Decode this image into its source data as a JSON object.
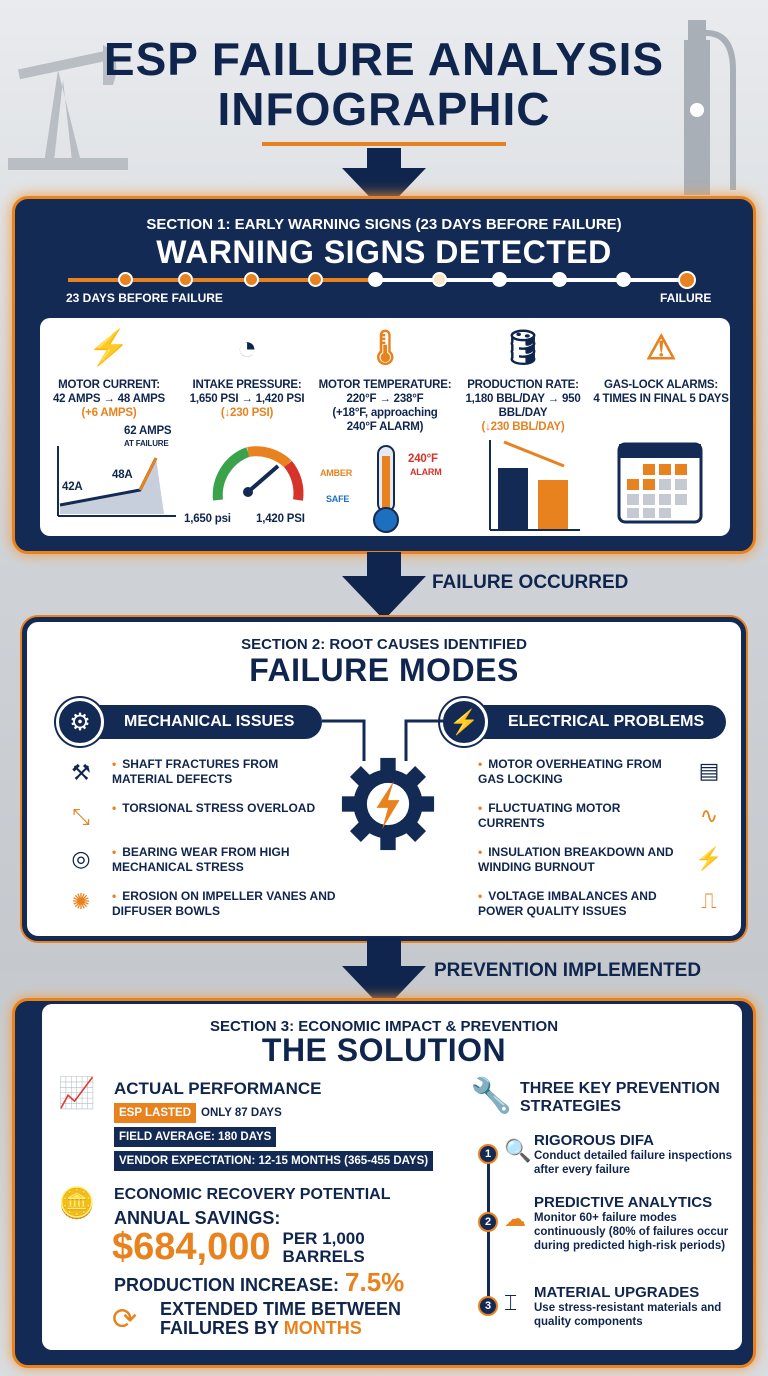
{
  "header": {
    "title_line1": "ESP FAILURE ANALYSIS",
    "title_line2": "INFOGRAPHIC"
  },
  "section1": {
    "label": "SECTION 1: EARLY WARNING SIGNS (23 DAYS BEFORE FAILURE)",
    "title": "WARNING SIGNS DETECTED",
    "timeline_start": "23 DAYS BEFORE FAILURE",
    "timeline_end": "FAILURE",
    "signs": [
      {
        "icon": "lightning-icon",
        "title": "MOTOR CURRENT:",
        "value": "42 AMPS → 48 AMPS",
        "delta": "(+6 AMPS)",
        "chart_labels": [
          "42A",
          "48A",
          "62 AMPS",
          "AT FAILURE"
        ]
      },
      {
        "icon": "gauge-icon",
        "title": "INTAKE PRESSURE:",
        "value": "1,650 PSI → 1,420 PSI",
        "delta": "(↓230 PSI)",
        "chart_labels": [
          "1,650 psi",
          "1,420 PSI"
        ]
      },
      {
        "icon": "thermometer-icon",
        "title": "MOTOR TEMPERATURE:",
        "value": "220°F → 238°F",
        "delta": "(+18°F, approaching 240°F ALARM)",
        "chart_labels": [
          "240°F",
          "ALARM",
          "AMBER",
          "SAFE"
        ]
      },
      {
        "icon": "oil-barrel-icon",
        "title": "PRODUCTION RATE:",
        "value": "1,180 BBL/DAY → 950 BBL/DAY",
        "delta": "(↓230 BBL/DAY)"
      },
      {
        "icon": "gas-warning-icon",
        "title": "GAS-LOCK ALARMS:",
        "value": "4 TIMES IN FINAL 5 DAYS"
      }
    ]
  },
  "transition1": "FAILURE OCCURRED",
  "section2": {
    "label": "SECTION 2: ROOT CAUSES IDENTIFIED",
    "title": "FAILURE MODES",
    "mechanical": {
      "title": "MECHANICAL ISSUES",
      "items": [
        "SHAFT FRACTURES FROM MATERIAL DEFECTS",
        "TORSIONAL STRESS OVERLOAD",
        "BEARING WEAR FROM HIGH MECHANICAL STRESS",
        "EROSION ON IMPELLER VANES AND DIFFUSER BOWLS"
      ]
    },
    "electrical": {
      "title": "ELECTRICAL PROBLEMS",
      "items": [
        "MOTOR OVERHEATING FROM GAS LOCKING",
        "FLUCTUATING MOTOR CURRENTS",
        "INSULATION BREAKDOWN AND WINDING BURNOUT",
        "VOLTAGE IMBALANCES AND POWER QUALITY ISSUES"
      ]
    }
  },
  "transition2": "PREVENTION IMPLEMENTED",
  "section3": {
    "label": "SECTION 3: ECONOMIC IMPACT & PREVENTION",
    "title": "THE SOLUTION",
    "performance": {
      "title": "ACTUAL PERFORMANCE",
      "esp_tag": "ESP LASTED",
      "esp_value": "ONLY 87 DAYS",
      "field_avg": "FIELD AVERAGE: 180 DAYS",
      "vendor": "VENDOR EXPECTATION: 12-15 MONTHS (365-455 DAYS)"
    },
    "economic": {
      "title": "ECONOMIC RECOVERY POTENTIAL",
      "savings_label": "ANNUAL SAVINGS:",
      "savings_value": "$684,000",
      "savings_unit_1": "PER 1,000",
      "savings_unit_2": "BARRELS",
      "production_label": "PRODUCTION INCREASE:",
      "production_value": "7.5%",
      "extended_1": "EXTENDED TIME BETWEEN",
      "extended_2": "FAILURES BY",
      "extended_3": "MONTHS"
    },
    "strategies_title_1": "THREE KEY PREVENTION",
    "strategies_title_2": "STRATEGIES",
    "strategies": [
      {
        "num": "1",
        "title": "RIGOROUS DIFA",
        "desc": "Conduct detailed failure inspections after every failure"
      },
      {
        "num": "2",
        "title": "PREDICTIVE ANALYTICS",
        "desc": "Monitor 60+ failure modes continuously (80% of failures occur during predicted high-risk periods)"
      },
      {
        "num": "3",
        "title": "MATERIAL UPGRADES",
        "desc": "Use stress-resistant materials and quality components"
      }
    ]
  },
  "colors": {
    "navy": "#132a55",
    "orange": "#e8821e",
    "green": "#3aa24a",
    "red": "#d6342a"
  }
}
